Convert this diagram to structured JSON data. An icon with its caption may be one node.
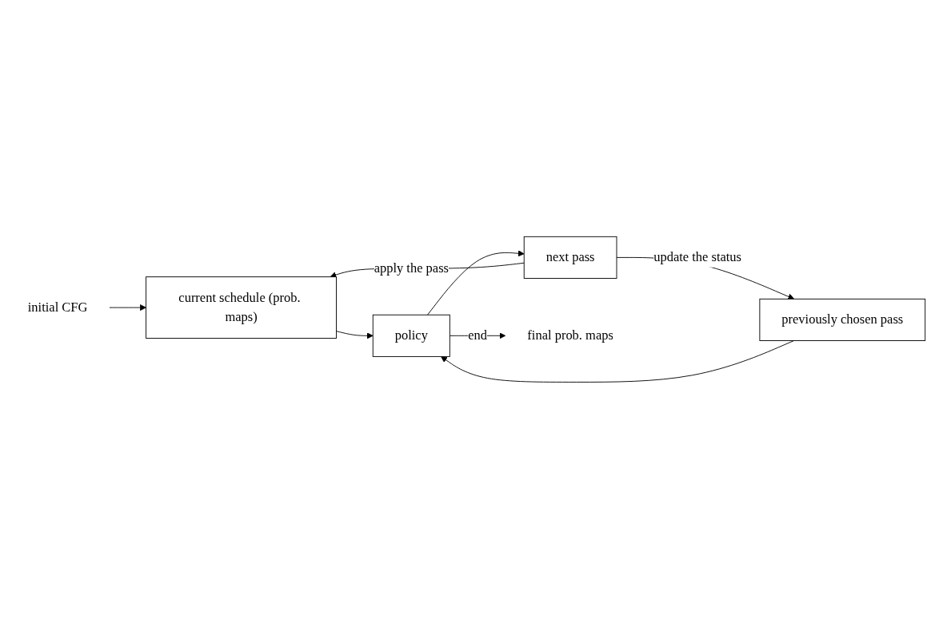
{
  "diagram": {
    "nodes": [
      {
        "text": [
          "initial CFG"
        ]
      },
      {
        "text": [
          "current schedule (prob. maps)"
        ]
      },
      {
        "text": [
          "previously chosen pass"
        ]
      },
      {
        "text": [
          "policy"
        ]
      },
      {
        "text": [
          "next pass"
        ]
      },
      {
        "text": [
          "final prob. maps"
        ]
      }
    ],
    "edges": [
      {
        "from": 0,
        "to": 1,
        "arrow": "to"
      },
      {
        "from": 1,
        "to": 3,
        "arrow": "to"
      },
      {
        "from": 2,
        "to": 3,
        "arrow": "to"
      },
      {
        "from": 3,
        "to": 4,
        "arrow": "to"
      },
      {
        "from": 4,
        "to": 1,
        "arrow": "to",
        "label": "apply the pass"
      },
      {
        "from": 4,
        "to": 2,
        "arrow": "to",
        "label": "update the status"
      },
      {
        "from": 3,
        "to": 5,
        "arrow": "to",
        "label": "end"
      }
    ]
  }
}
